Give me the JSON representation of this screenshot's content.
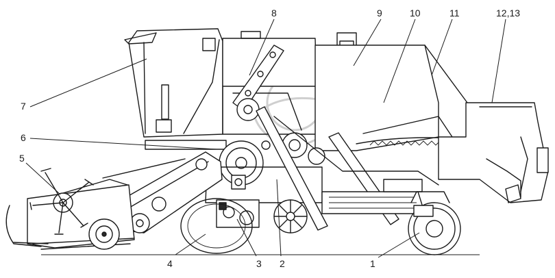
{
  "colors": {
    "line": "#1a1a1a",
    "background": "#ffffff",
    "watermark": "#cfcfcf"
  },
  "callouts": [
    {
      "id": "1",
      "text": "1"
    },
    {
      "id": "2",
      "text": "2"
    },
    {
      "id": "3",
      "text": "3"
    },
    {
      "id": "4",
      "text": "4"
    },
    {
      "id": "5",
      "text": "5"
    },
    {
      "id": "6",
      "text": "6"
    },
    {
      "id": "7",
      "text": "7"
    },
    {
      "id": "8",
      "text": "8"
    },
    {
      "id": "9",
      "text": "9"
    },
    {
      "id": "10",
      "text": "10"
    },
    {
      "id": "11",
      "text": "11"
    },
    {
      "id": "12_13",
      "text": "12,13"
    }
  ]
}
